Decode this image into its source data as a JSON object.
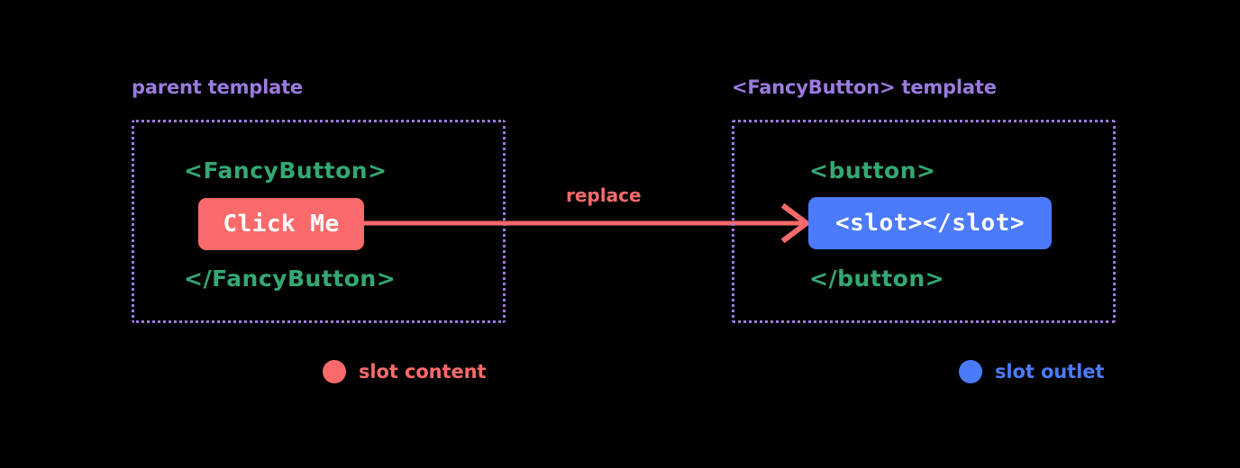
{
  "diagram": {
    "background_color": "#000000",
    "panels": [
      {
        "id": "parent",
        "heading": "parent template",
        "open_tag": "<FancyButton>",
        "close_tag": "</FancyButton>",
        "chip_text": "Click Me",
        "chip_color": "#fb6a6a",
        "border_color": "#9b7be0"
      },
      {
        "id": "fancy",
        "heading": "<FancyButton> template",
        "open_tag": "<button>",
        "close_tag": "</button>",
        "chip_text": "<slot></slot>",
        "chip_color": "#4b7bfb",
        "border_color": "#9b7be0"
      }
    ],
    "arrow": {
      "label": "replace",
      "color": "#fb6a6a",
      "icon": "arrow-right-icon"
    },
    "legend": [
      {
        "id": "slot-content",
        "label": "slot content",
        "color": "#fb6a6a",
        "icon": "circle-icon"
      },
      {
        "id": "slot-outlet",
        "label": "slot outlet",
        "color": "#4b7bfb",
        "icon": "circle-icon"
      }
    ],
    "colors": {
      "heading_purple": "#9b7be0",
      "code_green": "#34a873",
      "accent_red": "#fb6a6a",
      "accent_blue": "#4b7bfb",
      "chip_text": "#ffffff"
    }
  }
}
